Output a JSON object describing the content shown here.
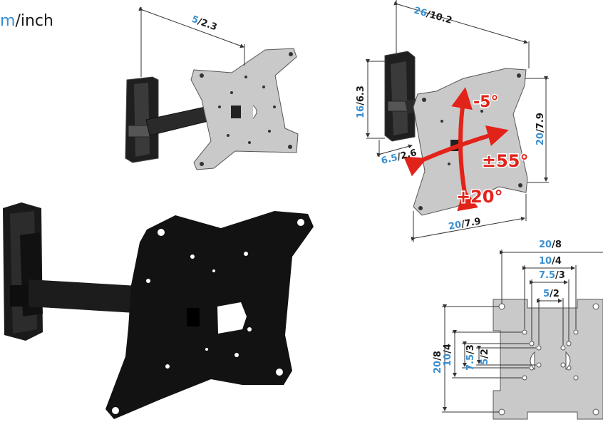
{
  "header": {
    "unit_prefix": "m",
    "unit_suffix": "/inch"
  },
  "top_view": {
    "arm_dim": {
      "cm": "5",
      "inch": "/2.3"
    }
  },
  "side_view": {
    "depth_dim": {
      "cm": "26",
      "inch": "/10.2"
    },
    "wall_h_dim": {
      "cm": "16",
      "inch": "/6.3"
    },
    "wall_w_dim": {
      "cm": "6.5",
      "inch": "/2.6"
    },
    "plate_h_dim": {
      "cm": "20",
      "inch": "/7.9"
    },
    "plate_w_dim": {
      "cm": "20",
      "inch": "/7.9"
    },
    "tilt_up": "-5°",
    "tilt_down": "+20°",
    "swivel": "±55°"
  },
  "vesa": {
    "w_20": {
      "cm": "20",
      "inch": "/8"
    },
    "w_10": {
      "cm": "10",
      "inch": "/4"
    },
    "w_75": {
      "cm": "7.5",
      "inch": "/3"
    },
    "w_5": {
      "cm": "5",
      "inch": "/2"
    },
    "h_20": {
      "cm": "20",
      "inch": "/8"
    },
    "h_10": {
      "cm": "10",
      "inch": "/4"
    },
    "h_75": {
      "cm": "7.5",
      "inch": "/3"
    },
    "h_5": {
      "cm": "5",
      "inch": "/2"
    }
  },
  "colors": {
    "cm_blue": "#3a8fd0",
    "accent_red": "#e2231a"
  }
}
